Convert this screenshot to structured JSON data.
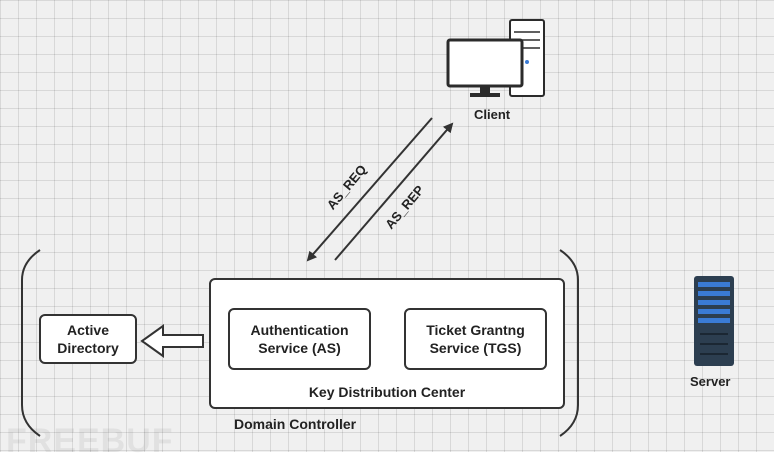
{
  "client": {
    "label": "Client",
    "icon": "desktop-computer-icon"
  },
  "server": {
    "label": "Server",
    "icon": "server-rack-icon"
  },
  "arrows": {
    "request": "AS_REQ",
    "reply": "AS_REP"
  },
  "domain_controller": {
    "label": "Domain Controller"
  },
  "kdc": {
    "label": "Key Distribution Center",
    "as_box": {
      "line1": "Authentication",
      "line2": "Service (AS)"
    },
    "tgs_box": {
      "line1": "Ticket Grantng",
      "line2": "Service (TGS)"
    }
  },
  "active_directory": {
    "line1": "Active",
    "line2": "Directory"
  },
  "watermark": "FREEBUF",
  "colors": {
    "background": "#f0f0f0",
    "grid": "#d9d9d9",
    "stroke": "#333333",
    "server_blue": "#3a7bd5",
    "server_dark": "#2c3e50"
  }
}
